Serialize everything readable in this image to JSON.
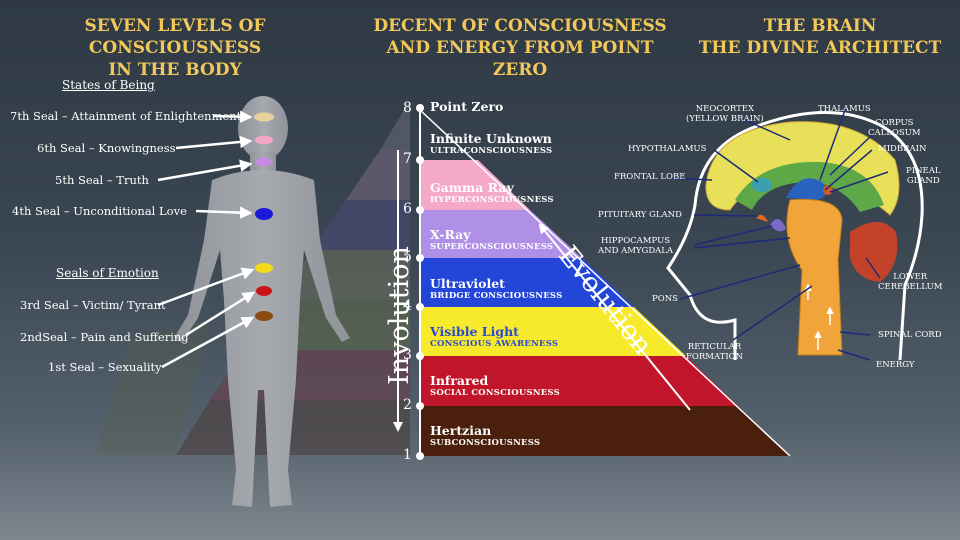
{
  "titles": {
    "left_line1": "SEVEN LEVELS OF CONSCIOUSNESS",
    "left_line2": "IN THE BODY",
    "center_line1": "DECENT OF CONSCIOUSNESS",
    "center_line2": "AND ENERGY FROM POINT ZERO",
    "right_line1": "THE BRAIN",
    "right_line2": "THE DIVINE ARCHITECT"
  },
  "body": {
    "states_header": "States of Being",
    "emotion_header": "Seals of Emotion",
    "seals": [
      {
        "label": "7th Seal – Attainment of Enlightenment",
        "color": "#e8d29a"
      },
      {
        "label": "6th Seal – Knowingness",
        "color": "#f1a7c8"
      },
      {
        "label": "5th Seal – Truth",
        "color": "#c58be0"
      },
      {
        "label": "4th Seal – Unconditional Love",
        "color": "#1a1ad8"
      },
      {
        "label": "3rd Seal – Victim/ Tyrant",
        "color": "#f2dc1c"
      },
      {
        "label": "2ndSeal – Pain and Suffering",
        "color": "#c81414"
      },
      {
        "label": "1st Seal – Sexuality",
        "color": "#8b4a14"
      }
    ]
  },
  "pyramid": {
    "involution_label": "Involution",
    "evolution_label": "Evolution",
    "point_zero": "Point Zero",
    "numbers": [
      "8",
      "7",
      "6",
      "5",
      "4",
      "3",
      "2",
      "1"
    ],
    "bands": [
      {
        "name": "Infinite Unknown",
        "sub": "ULTRACONSCIOUSNESS",
        "color": "#ffffff",
        "text_color": "#ffffff"
      },
      {
        "name": "Gamma Ray",
        "sub": "HYPERCONSCIOUSNESS",
        "color": "#f4a9c8",
        "text_color": "#ffffff"
      },
      {
        "name": "X-Ray",
        "sub": "SUPERCONSCIOUSNESS",
        "color": "#b090e6",
        "text_color": "#ffffff"
      },
      {
        "name": "Ultraviolet",
        "sub": "BRIDGE CONSCIOUSNESS",
        "color": "#2346d8",
        "text_color": "#ffffff"
      },
      {
        "name": "Visible Light",
        "sub": "CONSCIOUS AWARENESS",
        "color": "#f6ea2a",
        "text_color": "#2a4ad0"
      },
      {
        "name": "Infrared",
        "sub": "SOCIAL CONSCIOUSNESS",
        "color": "#c0152a",
        "text_color": "#ffffff"
      },
      {
        "name": "Hertzian",
        "sub": "SUBCONSCIOUSNESS",
        "color": "#4a200c",
        "text_color": "#ffffff"
      }
    ]
  },
  "brain": {
    "labels": {
      "neocortex": "NEOCORTEX",
      "neocortex_sub": "(YELLOW BRAIN)",
      "thalamus": "THALAMUS",
      "corpus": "CORPUS",
      "callosum": "CALLOSUM",
      "hypothalamus": "HYPOTHALAMUS",
      "midbrain": "MIDBRAIN",
      "frontal_lobe": "FRONTAL LOBE",
      "pineal": "PINEAL",
      "gland": "GLAND",
      "pituitary": "PITUITARY GLAND",
      "hippocampus": "HIPPOCAMPUS",
      "amygdala": "AND AMYGDALA",
      "lower": "LOWER",
      "cerebellum": "CEREBELLUM",
      "pons": "PONS",
      "reticular": "RETICULAR",
      "formation": "FORMATION",
      "spinal_cord": "SPINAL CORD",
      "energy": "ENERGY"
    }
  }
}
